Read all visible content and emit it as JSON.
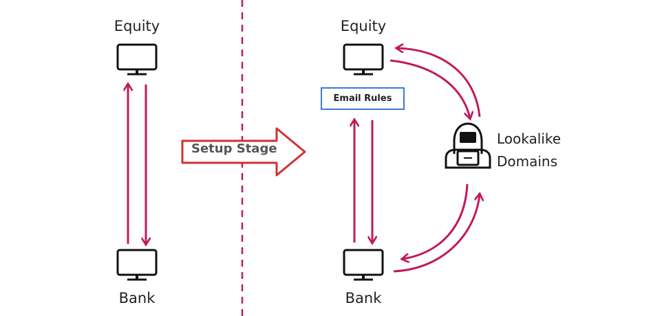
{
  "before": {
    "top_label": "Equity",
    "bottom_label": "Bank"
  },
  "stage_arrow": {
    "label": "Setup Stage"
  },
  "after": {
    "top_label": "Equity",
    "bottom_label": "Bank",
    "rules_label": "Email Rules",
    "attacker_label_line1": "Lookalike",
    "attacker_label_line2": "Domains"
  },
  "colors": {
    "flow_arrow": "#c2185b",
    "divider": "#c2185b",
    "stage_arrow_border": "#d32f2f",
    "rules_border": "#3a7bd5",
    "icon": "#111111"
  },
  "icons": [
    "computer-icon",
    "hacker-icon"
  ]
}
